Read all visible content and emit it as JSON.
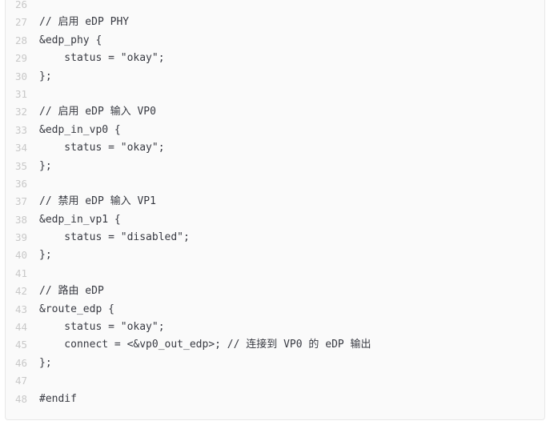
{
  "code": {
    "lines": [
      {
        "n": "26",
        "text": ""
      },
      {
        "n": "27",
        "text": "// 启用 eDP PHY"
      },
      {
        "n": "28",
        "text": "&edp_phy {"
      },
      {
        "n": "29",
        "text": "    status = \"okay\";"
      },
      {
        "n": "30",
        "text": "};"
      },
      {
        "n": "31",
        "text": ""
      },
      {
        "n": "32",
        "text": "// 启用 eDP 输入 VP0"
      },
      {
        "n": "33",
        "text": "&edp_in_vp0 {"
      },
      {
        "n": "34",
        "text": "    status = \"okay\";"
      },
      {
        "n": "35",
        "text": "};"
      },
      {
        "n": "36",
        "text": ""
      },
      {
        "n": "37",
        "text": "// 禁用 eDP 输入 VP1"
      },
      {
        "n": "38",
        "text": "&edp_in_vp1 {"
      },
      {
        "n": "39",
        "text": "    status = \"disabled\";"
      },
      {
        "n": "40",
        "text": "};"
      },
      {
        "n": "41",
        "text": ""
      },
      {
        "n": "42",
        "text": "// 路由 eDP"
      },
      {
        "n": "43",
        "text": "&route_edp {"
      },
      {
        "n": "44",
        "text": "    status = \"okay\";"
      },
      {
        "n": "45",
        "text": "    connect = <&vp0_out_edp>; // 连接到 VP0 的 eDP 输出"
      },
      {
        "n": "46",
        "text": "};"
      },
      {
        "n": "47",
        "text": ""
      },
      {
        "n": "48",
        "text": "#endif"
      }
    ]
  }
}
